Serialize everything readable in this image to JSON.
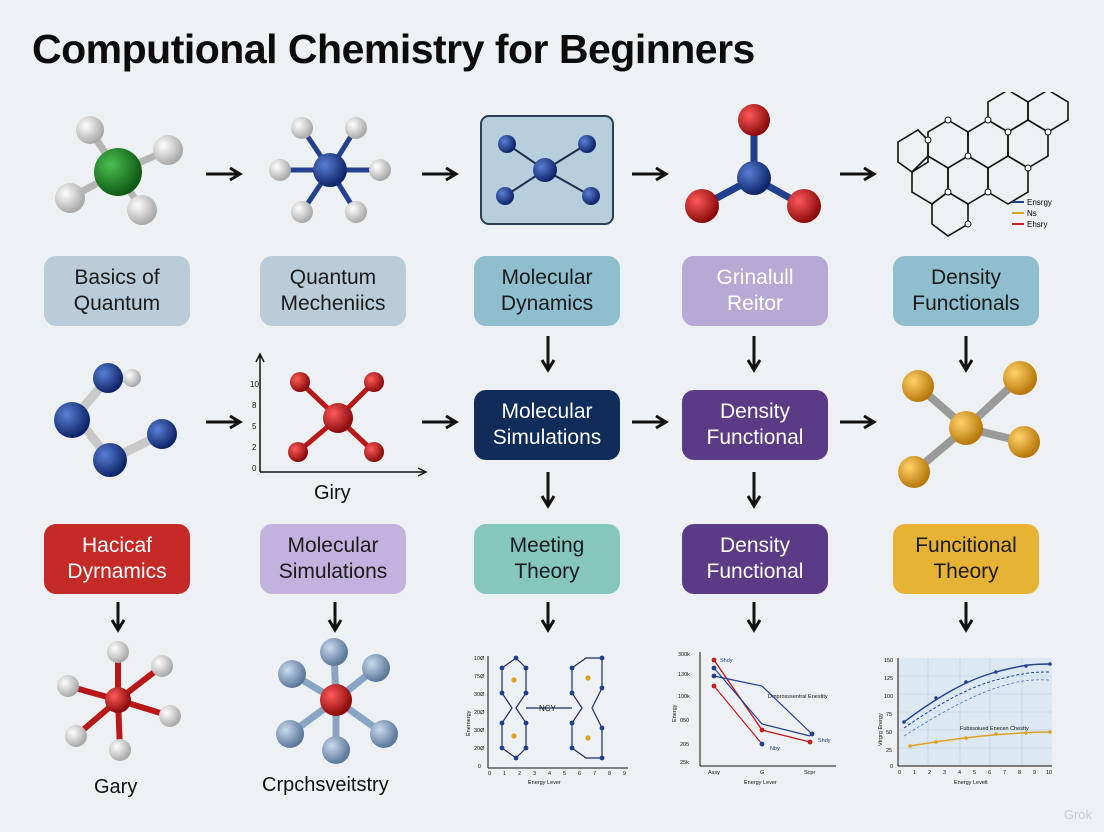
{
  "title": "Computional Chemistry for Beginners",
  "colors": {
    "background": "#eef1f4",
    "green_atom": "#1f7a25",
    "navy_atom": "#1f3f8f",
    "red_atom": "#c41d1d",
    "gold_atom": "#e0a020",
    "steel_atom": "#7f9cbf",
    "white_atom": "#e6e6e6"
  },
  "row1": {
    "labels": [
      {
        "text": "Basics of\nQuantum",
        "bg": "#b9ccd8",
        "fg": "#1b1b1b"
      },
      {
        "text": "Quantum\nMecheniics",
        "bg": "#b9ccd8",
        "fg": "#1b1b1b"
      },
      {
        "text": "Molecular\nDynamics",
        "bg": "#8fbfcf",
        "fg": "#1b1b1b"
      },
      {
        "text": "Grinalull\nReitor",
        "bg": "#b6a9d4",
        "fg": "#ffffff"
      },
      {
        "text": "Density\nFunctionals",
        "bg": "#8fbfcf",
        "fg": "#1b1b1b"
      }
    ],
    "figure_legend": [
      "Ensrgy",
      "Ns",
      "Ehsry"
    ]
  },
  "row2": {
    "center_labels": [
      {
        "text": "Molecular\nSimulations",
        "bg": "#0f2c5a",
        "fg": "#ffffff"
      },
      {
        "text": "Density\nFunctional",
        "bg": "#5b3a86",
        "fg": "#ffffff"
      }
    ],
    "graph_caption": "Giry",
    "graph_ticks": [
      "10",
      "8",
      "5",
      "2",
      "0"
    ]
  },
  "row3": {
    "labels": [
      {
        "text": "Hacicaf\nDyrnamics",
        "bg": "#c42a26",
        "fg": "#ffffff"
      },
      {
        "text": "Molecular\nSimulations",
        "bg": "#c2b3de",
        "fg": "#1b1b1b"
      },
      {
        "text": "Meeting\nTheory",
        "bg": "#86c7bd",
        "fg": "#1b1b1b"
      },
      {
        "text": "Density\nFunctional",
        "bg": "#5b3a86",
        "fg": "#ffffff"
      },
      {
        "text": "Funcitional\nTheory",
        "bg": "#e7b335",
        "fg": "#1b1b1b"
      }
    ]
  },
  "row4": {
    "captions": [
      "Gary",
      "Crpchsveitstry"
    ],
    "chart1": {
      "ylabel": "Enernergy",
      "xlabel": "Energy Lever",
      "center_label": "NCY",
      "y_ticks": [
        "10Ø",
        "75Ø",
        "30Ø",
        "20Ø",
        "30Ø",
        "20Ø",
        "0"
      ],
      "x_ticks": [
        "0",
        "1",
        "2",
        "3",
        "4",
        "5",
        "6",
        "7",
        "8",
        "9"
      ]
    },
    "chart2": {
      "ylabel": "Energy",
      "xlabel": "Energy Lever",
      "legend": "Dmprosssentral Enestity",
      "labels": [
        "Shdy",
        "Nby",
        "Shdy"
      ],
      "y_ticks": [
        "300k",
        "130k",
        "100k",
        "050",
        "205",
        "25k"
      ],
      "x_ticks": [
        "Assy",
        "G",
        "Scpr"
      ]
    },
    "chart3": {
      "ylabel": "Vtrgrg Erergy",
      "xlabel": "Energy Levelt",
      "legend": "Fubssoiued Enecen Chestty",
      "y_ticks": [
        "150",
        "125",
        "100",
        "75",
        "50",
        "25",
        "0"
      ],
      "x_ticks": [
        "0",
        "1",
        "2",
        "3",
        "4",
        "5",
        "6",
        "7",
        "8",
        "9",
        "10"
      ]
    }
  },
  "watermark": "Grok"
}
